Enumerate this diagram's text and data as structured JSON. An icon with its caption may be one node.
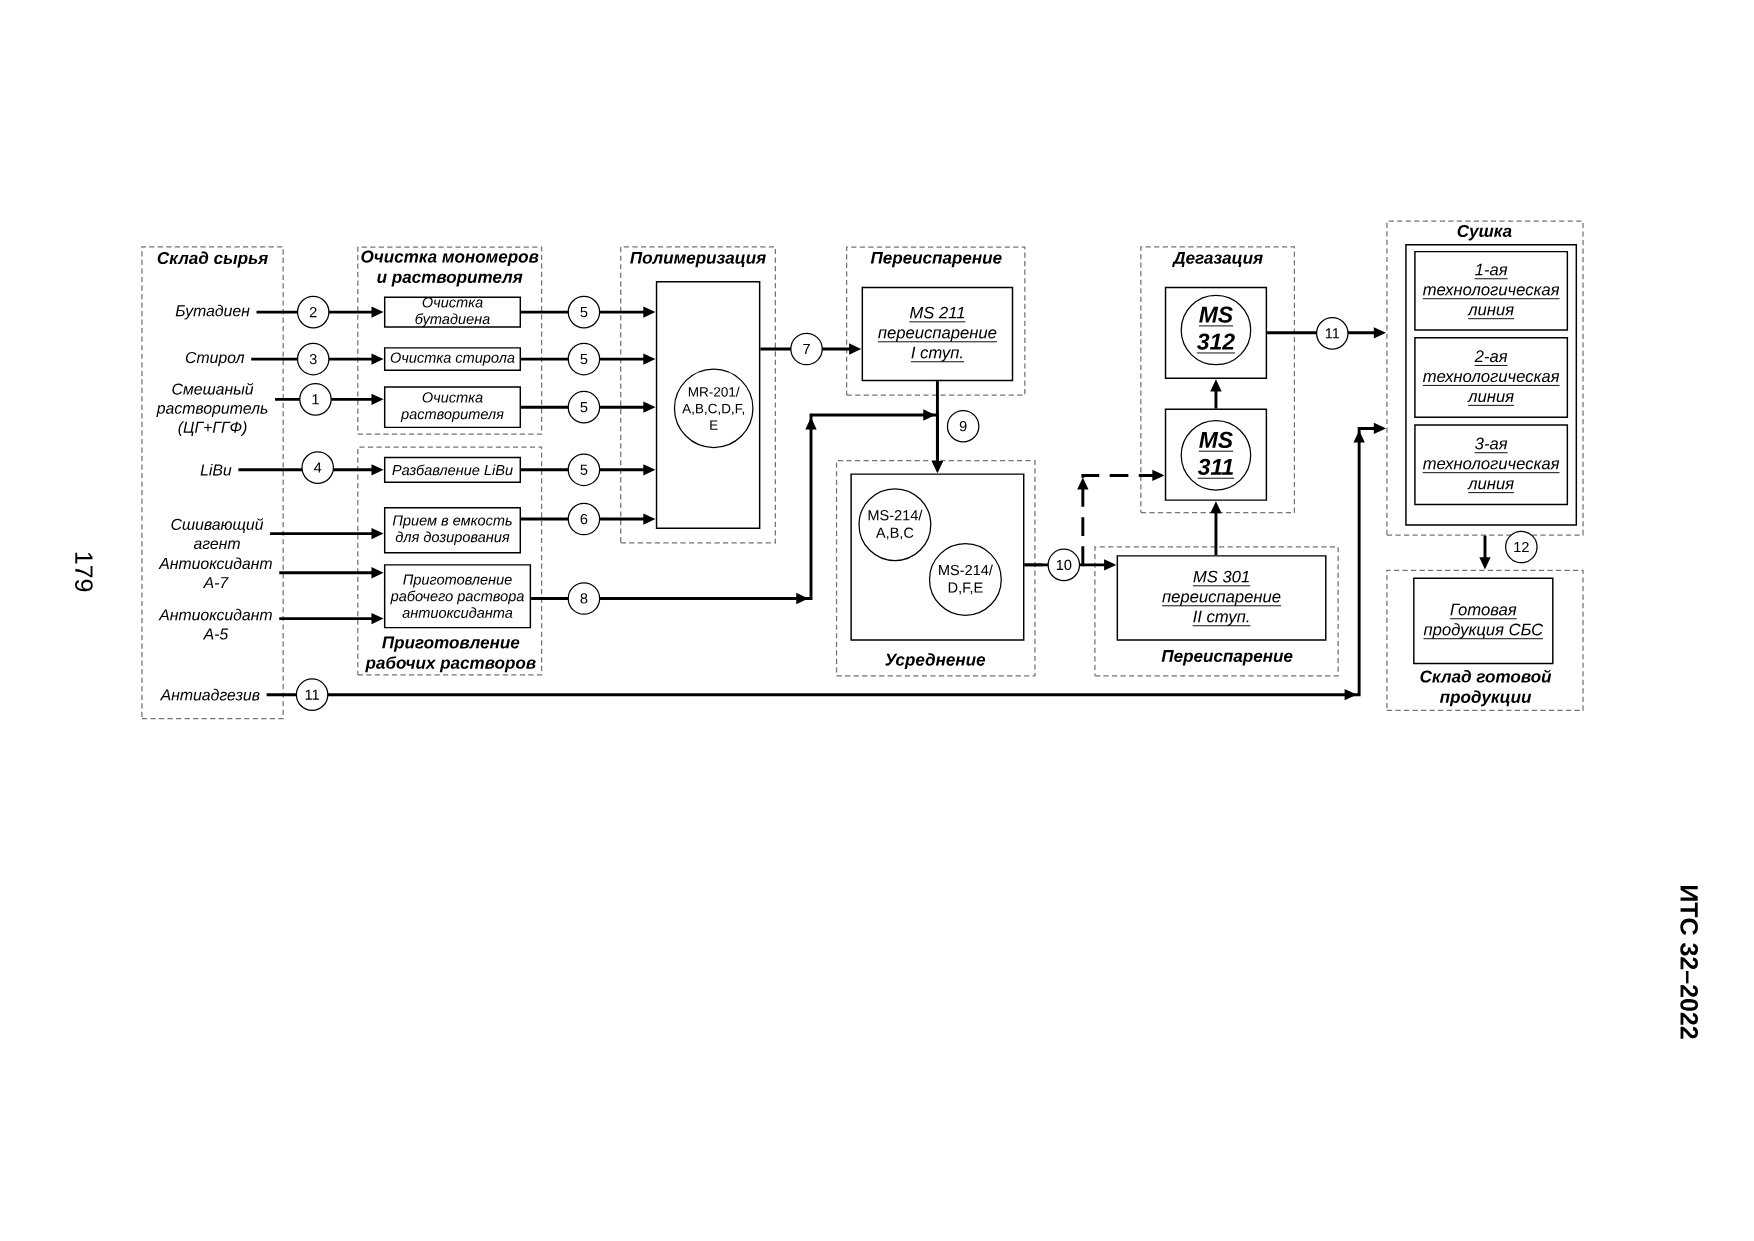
{
  "diagram": {
    "nodes": [
      {
        "text": [
          "Склад сырья"
        ]
      },
      {
        "text": [
          "Бутадиен"
        ],
        "in": 0
      },
      {
        "text": [
          "Стирол"
        ],
        "in": 0
      },
      {
        "text": [
          "Смешаный растворитель (ЦГ+ГГФ)"
        ],
        "in": 0
      },
      {
        "text": [
          "LiBu"
        ],
        "in": 0
      },
      {
        "text": [
          "Сшивающий агент"
        ],
        "in": 0
      },
      {
        "text": [
          "Антиоксидант А-7"
        ],
        "in": 0
      },
      {
        "text": [
          "Антиоксидант А-5"
        ],
        "in": 0
      },
      {
        "text": [
          "Антиадгезив"
        ],
        "in": 0
      },
      {
        "text": [
          "Очистка мономеров и растворителя"
        ]
      },
      {
        "text": [
          "Очистка бутадиена"
        ],
        "in": 9
      },
      {
        "text": [
          "Очистка стирола"
        ],
        "in": 9
      },
      {
        "text": [
          "Очистка растворителя"
        ],
        "in": 9
      },
      {
        "text": [
          "Приготовление рабочих растворов"
        ]
      },
      {
        "text": [
          "Разбавление LiBu"
        ],
        "in": 13
      },
      {
        "text": [
          "Прием в емкость для дозирования"
        ],
        "in": 13
      },
      {
        "text": [
          "Приготовление рабочего раствора антиоксиданта"
        ],
        "in": 13
      },
      {
        "text": [
          "Полимеризация"
        ]
      },
      {
        "text": [],
        "shape": "box",
        "in": 17
      },
      {
        "text": [
          "MR-201/ A,B,C,D,F, E"
        ],
        "in": 18
      },
      {
        "text": [
          "Переиспарение"
        ]
      },
      {
        "text": [
          "MS 211 переиспарение I ступ."
        ],
        "in": 20
      },
      {
        "text": [
          "Усреднение"
        ]
      },
      {
        "text": [],
        "shape": "box",
        "in": 22
      },
      {
        "text": [
          "MS-214/ A,B,C"
        ],
        "in": 23
      },
      {
        "text": [
          "MS-214/ D,F,E"
        ],
        "in": 23
      },
      {
        "text": [
          "Дегазация"
        ]
      },
      {
        "text": [],
        "shape": "box",
        "in": 26
      },
      {
        "text": [
          "MS 312"
        ],
        "in": 27
      },
      {
        "text": [],
        "shape": "box",
        "in": 26
      },
      {
        "text": [
          "MS 311"
        ],
        "in": 29
      },
      {
        "text": [
          "Переиспарение"
        ]
      },
      {
        "text": [
          "MS 301 переиспарение II ступ."
        ],
        "in": 31
      },
      {
        "text": [
          "Сушка"
        ]
      },
      {
        "text": [],
        "shape": "box",
        "in": 33
      },
      {
        "text": [
          "1-ая технологическая линия"
        ],
        "in": 34
      },
      {
        "text": [
          "2-ая технологическая линия"
        ],
        "in": 34
      },
      {
        "text": [
          "3-ая технологическая линия"
        ],
        "in": 34
      },
      {
        "text": [
          "Склад готовой продукции"
        ]
      },
      {
        "text": [
          "Готовая продукция СБС"
        ],
        "in": 38
      }
    ],
    "edges": [
      {
        "from": 1,
        "to": 10,
        "arrow": "to",
        "label": "2"
      },
      {
        "from": 2,
        "to": 11,
        "arrow": "to",
        "label": "3"
      },
      {
        "from": 3,
        "to": 12,
        "arrow": "to",
        "label": "1"
      },
      {
        "from": 4,
        "to": 14,
        "arrow": "to",
        "label": "4"
      },
      {
        "from": 5,
        "to": 15,
        "arrow": "to"
      },
      {
        "from": 6,
        "to": 16,
        "arrow": "to"
      },
      {
        "from": 7,
        "to": 16,
        "arrow": "to"
      },
      {
        "from": 8,
        "to": 33,
        "arrow": "to",
        "label": "11"
      },
      {
        "from": 10,
        "to": 18,
        "arrow": "to",
        "label": "5"
      },
      {
        "from": 11,
        "to": 18,
        "arrow": "to",
        "label": "5"
      },
      {
        "from": 12,
        "to": 18,
        "arrow": "to",
        "label": "5"
      },
      {
        "from": 14,
        "to": 18,
        "arrow": "to",
        "label": "5"
      },
      {
        "from": 15,
        "to": 18,
        "arrow": "to",
        "label": "6"
      },
      {
        "from": 16,
        "to": 23,
        "arrow": "to",
        "label": "8"
      },
      {
        "from": 18,
        "to": 21,
        "arrow": "to",
        "label": "7"
      },
      {
        "from": 21,
        "to": 23,
        "arrow": "to",
        "label": "9"
      },
      {
        "from": 23,
        "to": 32,
        "arrow": "to",
        "label": "10"
      },
      {
        "from": 23,
        "to": 29,
        "arrow": "to",
        "style": "dashed"
      },
      {
        "from": 32,
        "to": 29,
        "arrow": "to"
      },
      {
        "from": 29,
        "to": 27,
        "arrow": "to"
      },
      {
        "from": 27,
        "to": 33,
        "arrow": "to",
        "label": "11"
      },
      {
        "from": 33,
        "to": 38,
        "arrow": "to",
        "label": "12"
      }
    ],
    "labels": [
      "179",
      "ИТС 32–2022"
    ]
  }
}
